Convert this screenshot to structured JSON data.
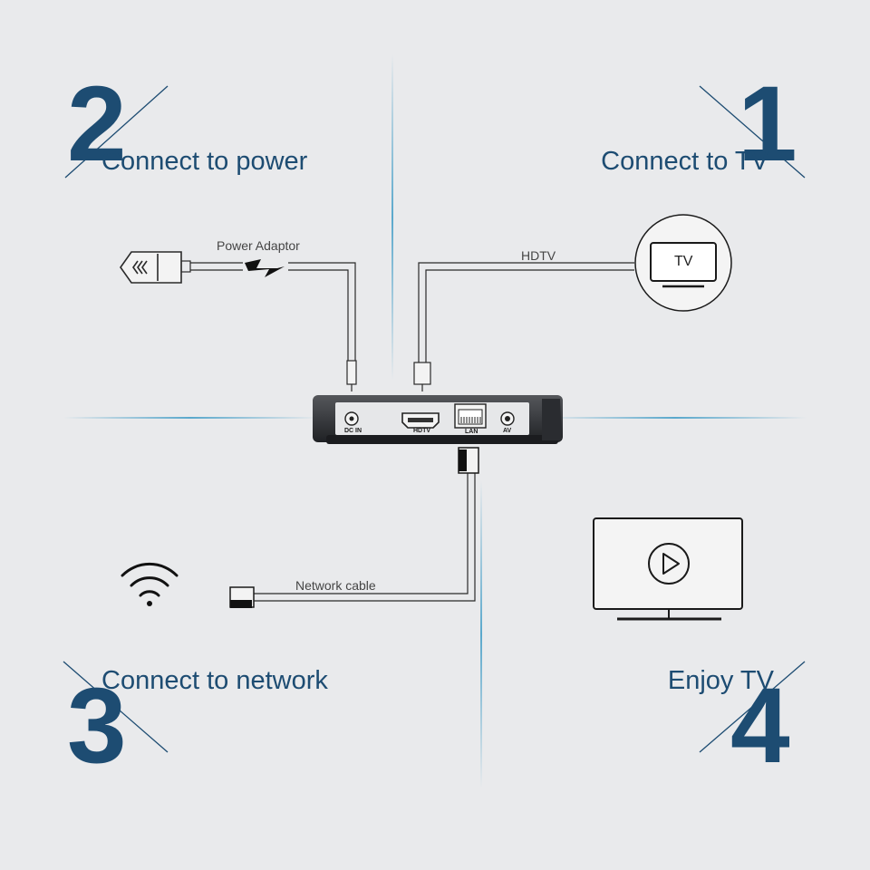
{
  "steps": [
    {
      "number": "1",
      "title": "Connect to TV"
    },
    {
      "number": "2",
      "title": "Connect to power"
    },
    {
      "number": "3",
      "title": "Connect to network"
    },
    {
      "number": "4",
      "title": "Enjoy TV"
    }
  ],
  "labels": {
    "power_adaptor": "Power Adaptor",
    "hdtv_cable": "HDTV",
    "network_cable": "Network cable",
    "tv_icon_text": "TV"
  },
  "ports": {
    "dc_in": "DC IN",
    "hdtv": "HDTV",
    "lan": "LAN",
    "av": "AV"
  },
  "icons": {
    "wifi": "wifi-icon",
    "tv_circle": "tv-icon",
    "monitor_play": "play-icon",
    "power_plug": "power-plug-icon",
    "lightning": "lightning-icon"
  },
  "colors": {
    "accent": "#1d4c72",
    "divider": "#5aa8cc",
    "background": "#e9eaec",
    "line": "#2a2a2a"
  }
}
